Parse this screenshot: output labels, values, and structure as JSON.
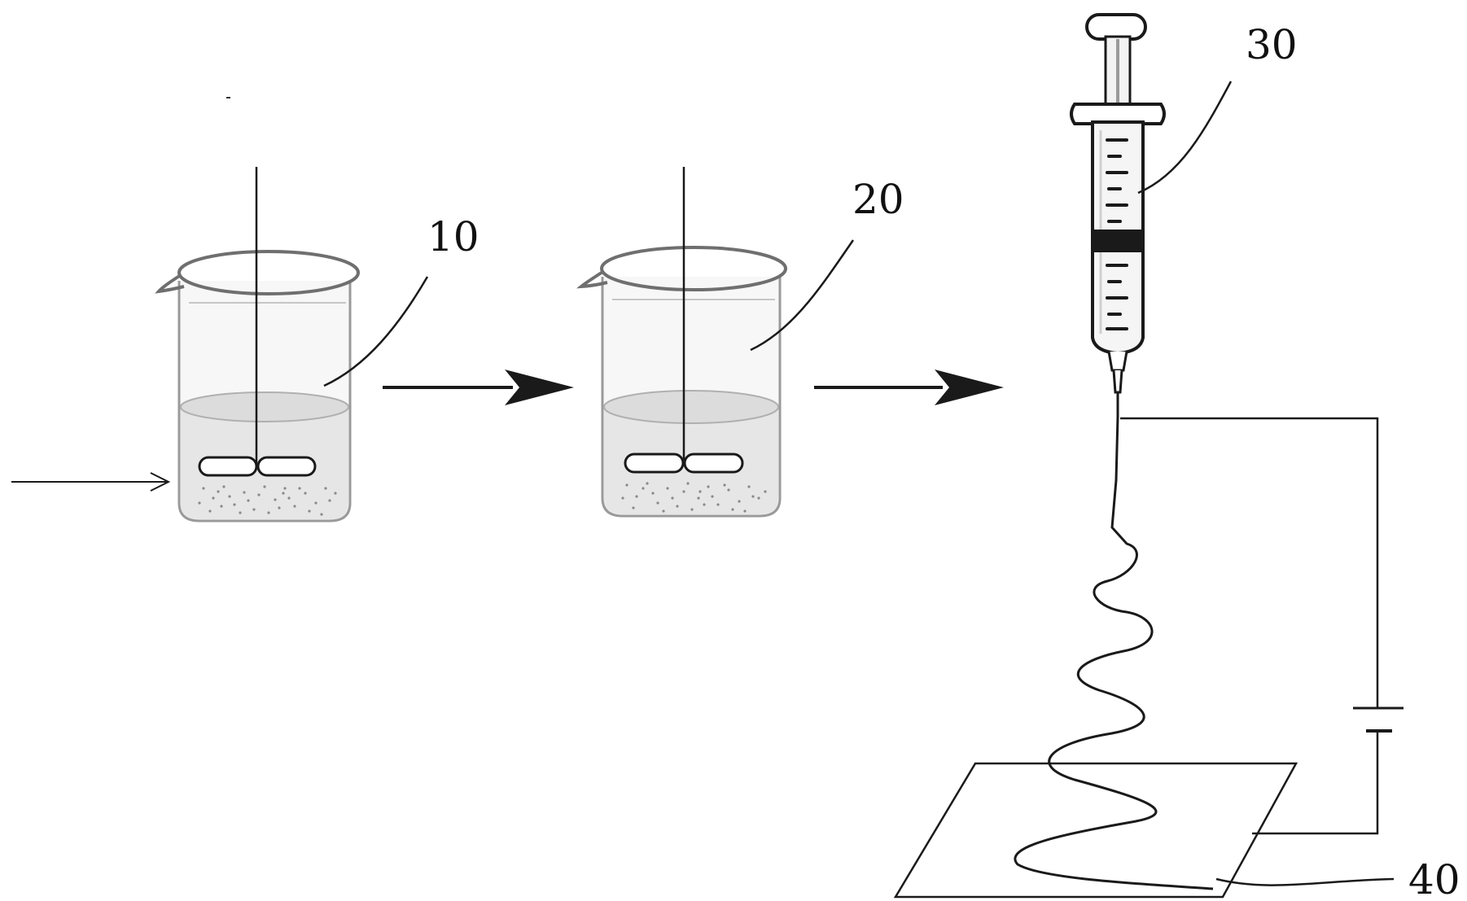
{
  "labels": {
    "beaker_1": "10",
    "beaker_2": "20",
    "syringe": "30",
    "collector": "40"
  },
  "colors": {
    "ink": "#1a1a1a",
    "liquid": "#e4e4e4",
    "glass": "#f7f7f7",
    "glass_edge": "#999999",
    "particles": "#8a8a8a"
  }
}
